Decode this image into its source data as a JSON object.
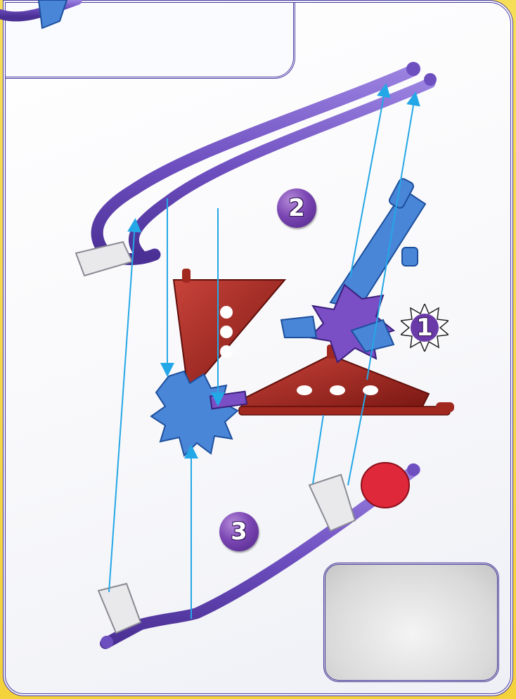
{
  "steps": [
    {
      "number": "1"
    },
    {
      "number": "2"
    },
    {
      "number": "3"
    }
  ],
  "colors": {
    "page_border": "#4a3aa0",
    "background_yellow": "#f3d23c",
    "rod_purple": "#7b5cc9",
    "connector_blue": "#4a86d8",
    "plate_red": "#a1281f",
    "guide_arrow": "#24a7e6",
    "end_cap_red": "#e0283b",
    "clip_white": "#e9e9ec"
  },
  "icons": {
    "step_badge": "purple-circle",
    "step1_badge": "starburst-circle",
    "arrows": "blue-guide-arrows"
  }
}
